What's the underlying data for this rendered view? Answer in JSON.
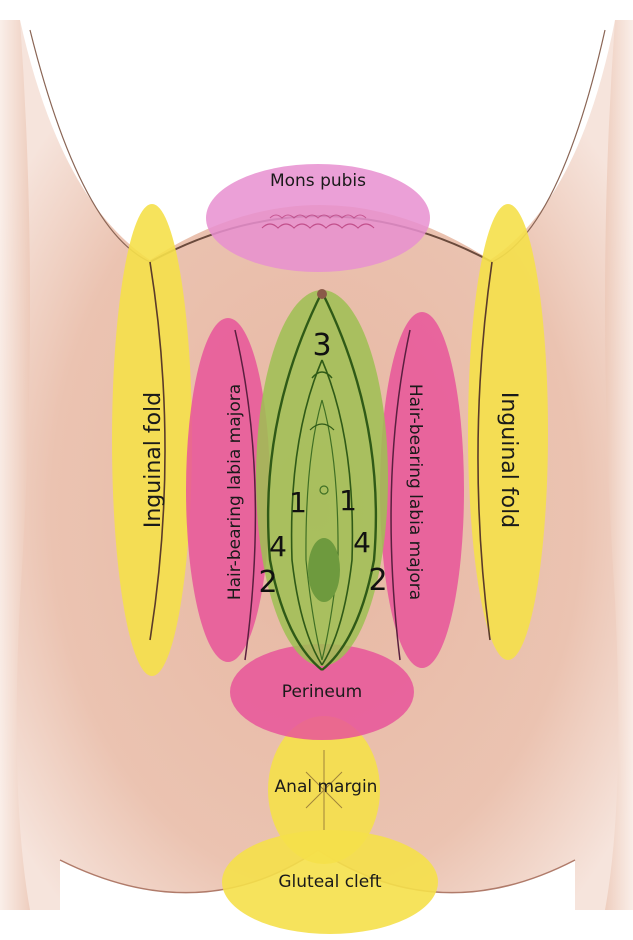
{
  "labels": {
    "mons_pubis": "Mons pubis",
    "inguinal_fold_left": "Inguinal fold",
    "inguinal_fold_right": "Inguinal fold",
    "labia_majora_left": "Hair-bearing labia majora",
    "labia_majora_right": "Hair-bearing labia majora",
    "perineum": "Perineum",
    "anal_margin": "Anal margin",
    "gluteal_cleft": "Gluteal cleft"
  },
  "numbers": {
    "top": "3",
    "left_upper": "1",
    "right_upper": "1",
    "left_middle": "4",
    "right_middle": "4",
    "left_lower": "2",
    "right_lower": "2"
  },
  "colors": {
    "skin": "#eac3b0",
    "skin_shade": "#d9a892",
    "mons_pubis": "#e88fd0",
    "labia_majora": "#e8559a",
    "perineum": "#e8559a",
    "inguinal_fold": "#f5e04a",
    "anal_margin": "#f5e04a",
    "gluteal_cleft": "#f5e04a",
    "vulva_zone": "#9ebf52",
    "outline": "#2f5a17"
  }
}
